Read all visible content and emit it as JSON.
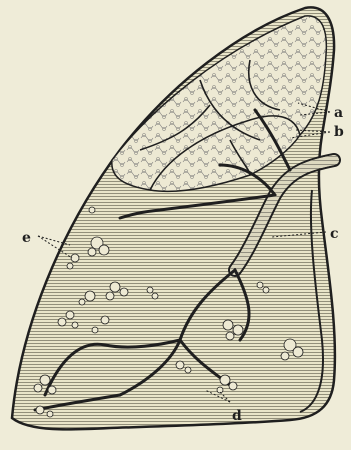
{
  "figure": {
    "labels": {
      "a": "a",
      "b": "b",
      "c": "c",
      "d": "d",
      "e": "e"
    },
    "colors": {
      "background": "#efecd8",
      "ink": "#1f1f1f",
      "tissue": "#e8e4c8",
      "upper_lobe": "#ece8d0"
    }
  }
}
